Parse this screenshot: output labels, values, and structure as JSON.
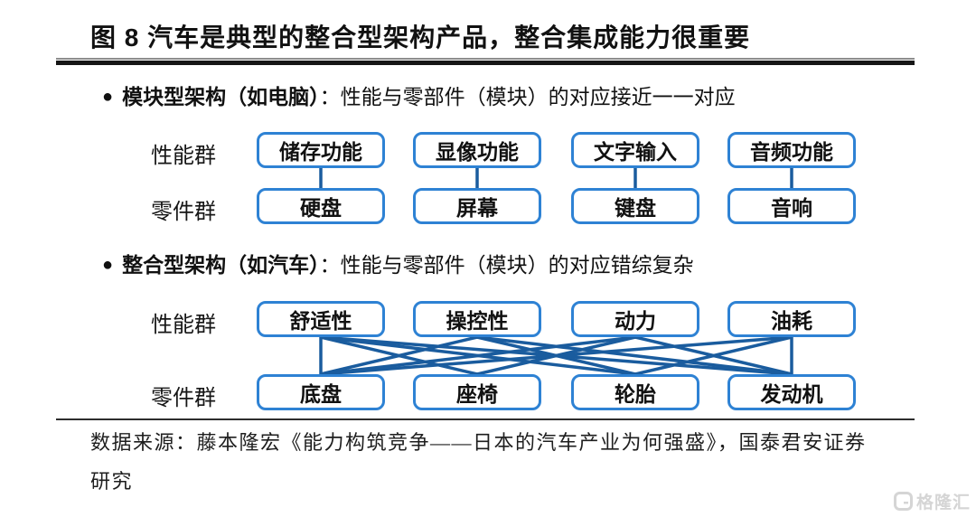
{
  "title": "图 8 汽车是典型的整合型架构产品，整合集成能力很重要",
  "bullet_glyph": "●",
  "sections": [
    {
      "id": "modular",
      "heading_bold": "模块型架构（如电脑）",
      "heading_rest": "：性能与零部件（模块）的对应接近一一对应",
      "row_labels": [
        "性能群",
        "零件群"
      ],
      "performance": [
        "储存功能",
        "显像功能",
        "文字输入",
        "音频功能"
      ],
      "parts": [
        "硬盘",
        "屏幕",
        "键盘",
        "音响"
      ],
      "connections": [
        [
          0,
          0
        ],
        [
          1,
          1
        ],
        [
          2,
          2
        ],
        [
          3,
          3
        ]
      ]
    },
    {
      "id": "integral",
      "heading_bold": "整合型架构（如汽车）",
      "heading_rest": "：性能与零部件（模块）的对应错综复杂",
      "row_labels": [
        "性能群",
        "零件群"
      ],
      "performance": [
        "舒适性",
        "操控性",
        "动力",
        "油耗"
      ],
      "parts": [
        "底盘",
        "座椅",
        "轮胎",
        "发动机"
      ],
      "connections": [
        [
          0,
          0
        ],
        [
          0,
          1
        ],
        [
          0,
          2
        ],
        [
          0,
          3
        ],
        [
          1,
          0
        ],
        [
          1,
          2
        ],
        [
          1,
          3
        ],
        [
          2,
          0
        ],
        [
          2,
          1
        ],
        [
          2,
          3
        ],
        [
          3,
          0
        ],
        [
          3,
          2
        ],
        [
          3,
          3
        ]
      ]
    }
  ],
  "source": {
    "line1": "数据来源：藤本隆宏《能力构筑竞争——日本的汽车产业为何强盛》，国泰君安证券",
    "line2": "研究"
  },
  "watermark": {
    "brand": "格隆汇"
  },
  "colors": {
    "box_border": "#2e82d4",
    "connector": "#1a5c9e",
    "title_rule": "#161616",
    "watermark": "#d5d5d5"
  }
}
